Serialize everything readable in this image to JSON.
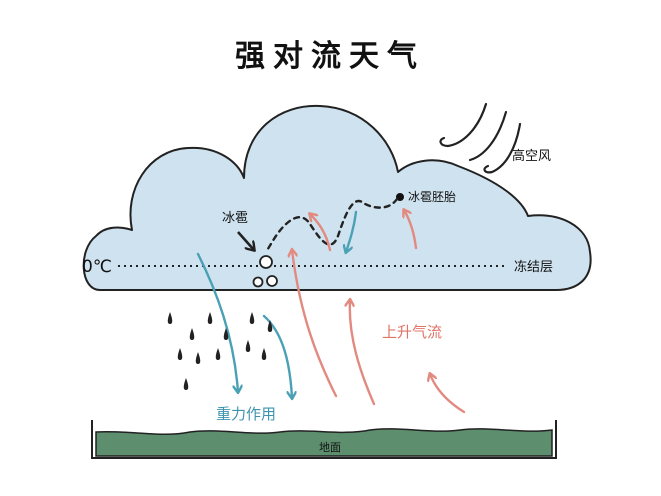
{
  "title": "强对流天气",
  "labels": {
    "high_wind": "高空风",
    "hail_embryo": "冰雹胚胎",
    "hail": "冰雹",
    "zero_c": "0℃",
    "freezing_layer": "冻结层",
    "updraft": "上升气流",
    "gravity": "重力作用",
    "ground": "地面"
  },
  "colors": {
    "cloud_fill": "#cfe2ef",
    "outline": "#222222",
    "updraft": "#e28a80",
    "gravity": "#4aa1b5",
    "ground": "#5d8e6e",
    "updraft_text": "#e07468",
    "gravity_text": "#3f93b0"
  }
}
